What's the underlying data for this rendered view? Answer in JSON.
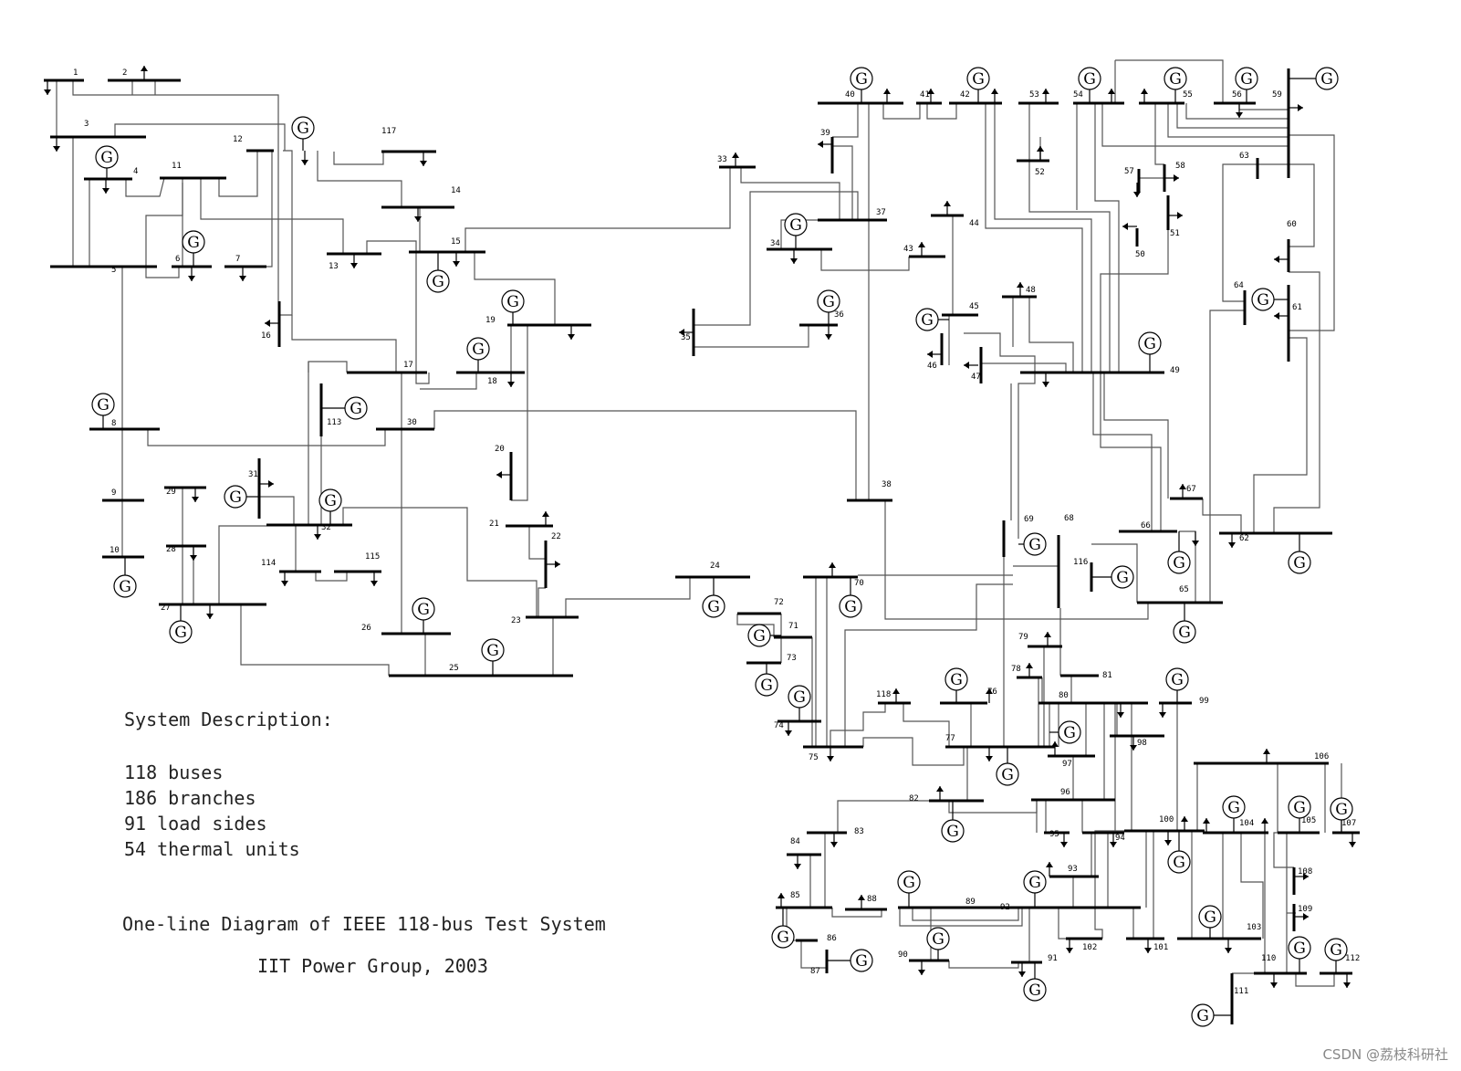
{
  "diagram": {
    "title": "One-line Diagram of IEEE 118-bus Test System",
    "credit": "IIT Power Group, 2003",
    "description_heading": "System Description:",
    "description_lines": [
      "118 buses",
      "186 branches",
      "91 load sides",
      "54 thermal units"
    ],
    "generator_symbol": "G",
    "watermark": "CSDN @荔枝科研社"
  },
  "buses": [
    {
      "id": "1"
    },
    {
      "id": "2"
    },
    {
      "id": "3"
    },
    {
      "id": "4"
    },
    {
      "id": "5"
    },
    {
      "id": "6"
    },
    {
      "id": "7"
    },
    {
      "id": "8"
    },
    {
      "id": "9"
    },
    {
      "id": "10"
    },
    {
      "id": "11"
    },
    {
      "id": "12"
    },
    {
      "id": "13"
    },
    {
      "id": "14"
    },
    {
      "id": "15"
    },
    {
      "id": "16"
    },
    {
      "id": "17"
    },
    {
      "id": "18"
    },
    {
      "id": "19"
    },
    {
      "id": "20"
    },
    {
      "id": "21"
    },
    {
      "id": "22"
    },
    {
      "id": "23"
    },
    {
      "id": "24"
    },
    {
      "id": "25"
    },
    {
      "id": "26"
    },
    {
      "id": "27"
    },
    {
      "id": "28"
    },
    {
      "id": "29"
    },
    {
      "id": "30"
    },
    {
      "id": "31"
    },
    {
      "id": "32"
    },
    {
      "id": "33"
    },
    {
      "id": "34"
    },
    {
      "id": "35"
    },
    {
      "id": "36"
    },
    {
      "id": "37"
    },
    {
      "id": "38"
    },
    {
      "id": "39"
    },
    {
      "id": "40"
    },
    {
      "id": "41"
    },
    {
      "id": "42"
    },
    {
      "id": "43"
    },
    {
      "id": "44"
    },
    {
      "id": "45"
    },
    {
      "id": "46"
    },
    {
      "id": "47"
    },
    {
      "id": "48"
    },
    {
      "id": "49"
    },
    {
      "id": "50"
    },
    {
      "id": "51"
    },
    {
      "id": "52"
    },
    {
      "id": "53"
    },
    {
      "id": "54"
    },
    {
      "id": "55"
    },
    {
      "id": "56"
    },
    {
      "id": "57"
    },
    {
      "id": "58"
    },
    {
      "id": "59"
    },
    {
      "id": "60"
    },
    {
      "id": "61"
    },
    {
      "id": "62"
    },
    {
      "id": "63"
    },
    {
      "id": "64"
    },
    {
      "id": "65"
    },
    {
      "id": "66"
    },
    {
      "id": "67"
    },
    {
      "id": "68"
    },
    {
      "id": "69"
    },
    {
      "id": "70"
    },
    {
      "id": "71"
    },
    {
      "id": "72"
    },
    {
      "id": "73"
    },
    {
      "id": "74"
    },
    {
      "id": "75"
    },
    {
      "id": "76"
    },
    {
      "id": "77"
    },
    {
      "id": "78"
    },
    {
      "id": "79"
    },
    {
      "id": "80"
    },
    {
      "id": "81"
    },
    {
      "id": "82"
    },
    {
      "id": "83"
    },
    {
      "id": "84"
    },
    {
      "id": "85"
    },
    {
      "id": "86"
    },
    {
      "id": "87"
    },
    {
      "id": "88"
    },
    {
      "id": "89"
    },
    {
      "id": "90"
    },
    {
      "id": "91"
    },
    {
      "id": "92"
    },
    {
      "id": "93"
    },
    {
      "id": "94"
    },
    {
      "id": "95"
    },
    {
      "id": "96"
    },
    {
      "id": "97"
    },
    {
      "id": "98"
    },
    {
      "id": "99"
    },
    {
      "id": "100"
    },
    {
      "id": "101"
    },
    {
      "id": "102"
    },
    {
      "id": "103"
    },
    {
      "id": "104"
    },
    {
      "id": "105"
    },
    {
      "id": "106"
    },
    {
      "id": "107"
    },
    {
      "id": "108"
    },
    {
      "id": "109"
    },
    {
      "id": "110"
    },
    {
      "id": "111"
    },
    {
      "id": "112"
    },
    {
      "id": "113"
    },
    {
      "id": "114"
    },
    {
      "id": "115"
    },
    {
      "id": "116"
    },
    {
      "id": "117"
    },
    {
      "id": "118"
    }
  ]
}
